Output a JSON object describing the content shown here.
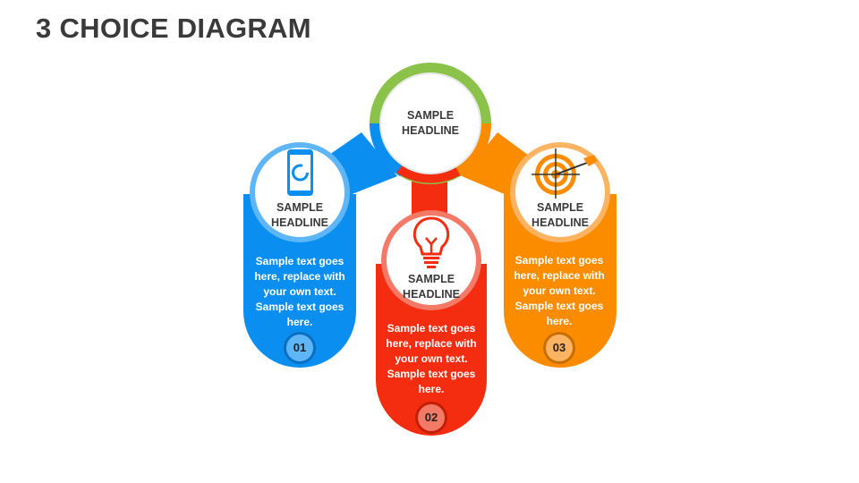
{
  "title": "3 CHOICE DIAGRAM",
  "colors": {
    "green": "#8bc34a",
    "blue": "#0a8ff0",
    "red": "#f42d10",
    "orange": "#fb8c00"
  },
  "center": {
    "headline": "SAMPLE HEADLINE"
  },
  "choices": [
    {
      "number": "01",
      "headline": "SAMPLE HEADLINE",
      "icon": "phone-icon",
      "text": "Sample text goes here, replace with your own text. Sample text goes here."
    },
    {
      "number": "02",
      "headline": "SAMPLE HEADLINE",
      "icon": "lightbulb-icon",
      "text": "Sample text goes here, replace with your own text. Sample text goes here."
    },
    {
      "number": "03",
      "headline": "SAMPLE HEADLINE",
      "icon": "target-icon",
      "text": "Sample text goes here, replace with your own text. Sample text goes here."
    }
  ]
}
